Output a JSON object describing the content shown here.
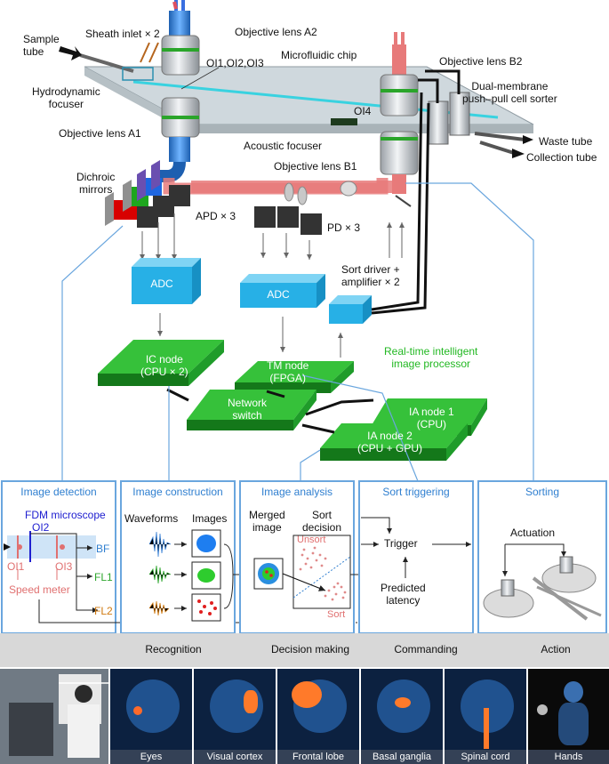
{
  "hardware": {
    "sample_tube": "Sample\ntube",
    "sheath_inlet": "Sheath inlet × 2",
    "objective_a2": "Objective lens A2",
    "oi123": "OI1,OI2,OI3",
    "microfluidic_chip": "Microfluidic chip",
    "objective_b2": "Objective lens B2",
    "hydrodynamic_focuser": "Hydrodynamic\nfocuser",
    "oi4": "OI4",
    "dual_membrane": "Dual-membrane\npush–pull cell sorter",
    "objective_a1": "Objective lens A1",
    "acoustic_focuser": "Acoustic focuser",
    "waste_tube": "Waste tube",
    "collection_tube": "Collection tube",
    "objective_b1": "Objective lens B1",
    "dichroic_mirrors": "Dichroic\nmirrors",
    "apd": "APD × 3",
    "pd": "PD × 3",
    "adc_left": "ADC",
    "adc_right": "ADC",
    "sort_driver": "Sort driver +\namplifier × 2"
  },
  "processor": {
    "title": "Real-time intelligent\nimage processor",
    "ic_node": "IC node\n(CPU × 2)",
    "tm_node": "TM node\n(FPGA)",
    "network_switch": "Network\nswitch",
    "ia_node_1": "IA node 1\n(CPU)",
    "ia_node_2": "IA node 2\n(CPU + GPU)"
  },
  "panels": {
    "image_detection": {
      "title": "Image detection",
      "fdm": "FDM microscope",
      "oi2": "OI2",
      "oi1": "OI1",
      "oi3": "OI3",
      "speed_meter": "Speed meter",
      "bf": "BF",
      "fl1": "FL1",
      "fl2": "FL2"
    },
    "image_construction": {
      "title": "Image construction",
      "waveforms": "Waveforms",
      "images": "Images"
    },
    "image_analysis": {
      "title": "Image analysis",
      "merged_image": "Merged\nimage",
      "sort_decision": "Sort\ndecision",
      "unsort": "Unsort",
      "sort": "Sort"
    },
    "sort_triggering": {
      "title": "Sort triggering",
      "trigger": "Trigger",
      "predicted_latency": "Predicted\nlatency"
    },
    "sorting": {
      "title": "Sorting",
      "actuation": "Actuation"
    }
  },
  "stages": [
    "Recognition",
    "Decision making",
    "Commanding",
    "Action"
  ],
  "brain_regions": [
    "Eyes",
    "Visual cortex",
    "Frontal lobe",
    "Basal ganglia",
    "Spinal cord",
    "Hands"
  ],
  "colors": {
    "blue_label": "#2f7fd0",
    "green_label": "#22b822",
    "node_green": "#1f9c2a",
    "adc_blue": "#27b0e6",
    "laser_red": "#e67b7b",
    "fdm_blue": "#2020d0",
    "oi_pink": "#e07070",
    "fl2_orange": "#d07a10"
  }
}
